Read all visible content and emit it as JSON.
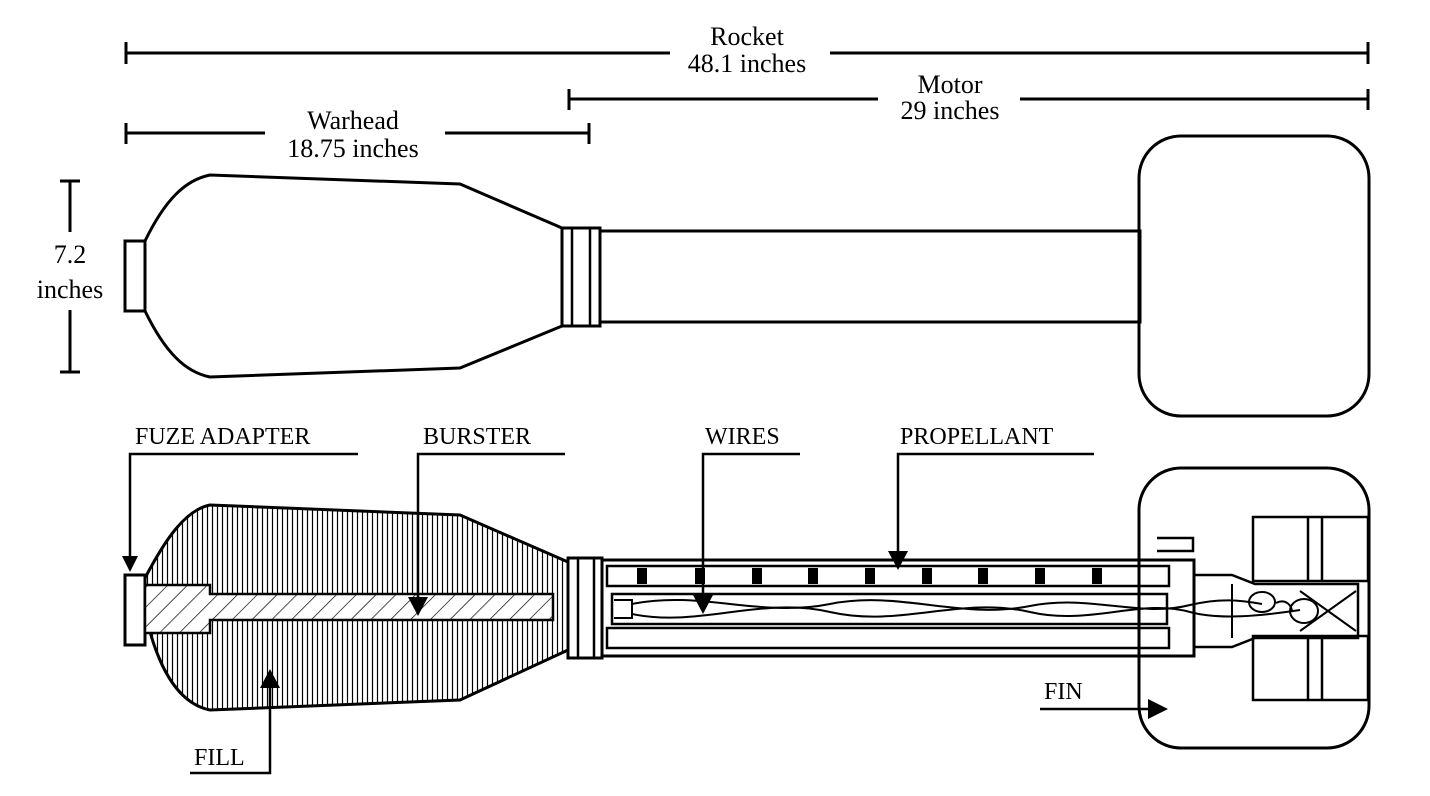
{
  "dimensions": {
    "rocket": {
      "title": "Rocket",
      "value": "48.1 inches"
    },
    "motor": {
      "title": "Motor",
      "value": "29 inches"
    },
    "warhead": {
      "title": "Warhead",
      "value": "18.75 inches"
    },
    "diameter": {
      "value": "7.2",
      "unit": "inches"
    }
  },
  "callouts": {
    "fuze_adapter": "FUZE ADAPTER",
    "burster": "BURSTER",
    "wires": "WIRES",
    "propellant": "PROPELLANT",
    "fill": "FILL",
    "fin": "FIN"
  },
  "colors": {
    "ink": "#000000",
    "background": "#ffffff"
  }
}
